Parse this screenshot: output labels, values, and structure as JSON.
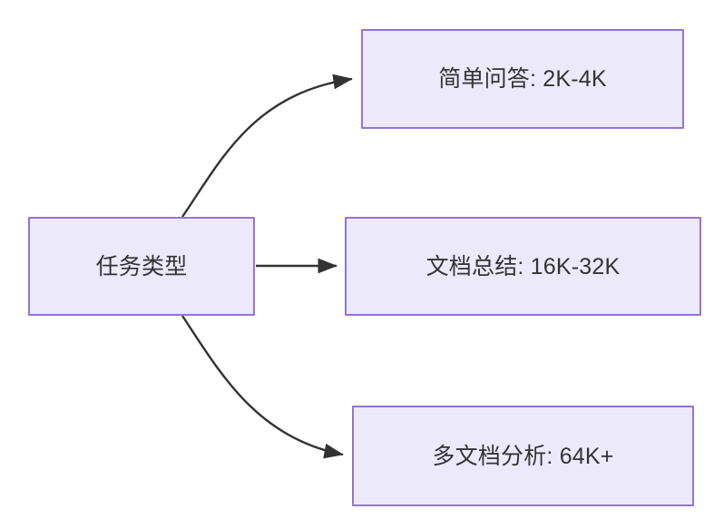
{
  "diagram": {
    "type": "flowchart",
    "direction": "left-to-right",
    "background_color": "#ffffff",
    "node_fill_color": "#ece9fb",
    "node_border_color": "#9672d8",
    "node_text_color": "#333333",
    "edge_color": "#333333",
    "root": {
      "id": "root",
      "label": "任务类型"
    },
    "branches": [
      {
        "id": "simple-qa",
        "label": "简单问答: 2K-4K",
        "task": "简单问答",
        "token_range": "2K-4K"
      },
      {
        "id": "doc-summary",
        "label": "文档总结: 16K-32K",
        "task": "文档总结",
        "token_range": "16K-32K"
      },
      {
        "id": "multi-doc",
        "label": "多文档分析: 64K+",
        "task": "多文档分析",
        "token_range": "64K+"
      }
    ],
    "edges": [
      {
        "id": "edge-root-to-simple-qa",
        "from": "任务类型",
        "to": "简单问答: 2K-4K",
        "style": "curved-arrow"
      },
      {
        "id": "edge-root-to-doc-summary",
        "from": "任务类型",
        "to": "文档总结: 16K-32K",
        "style": "straight-arrow"
      },
      {
        "id": "edge-root-to-multi-doc",
        "from": "任务类型",
        "to": "多文档分析: 64K+",
        "style": "curved-arrow"
      }
    ]
  }
}
